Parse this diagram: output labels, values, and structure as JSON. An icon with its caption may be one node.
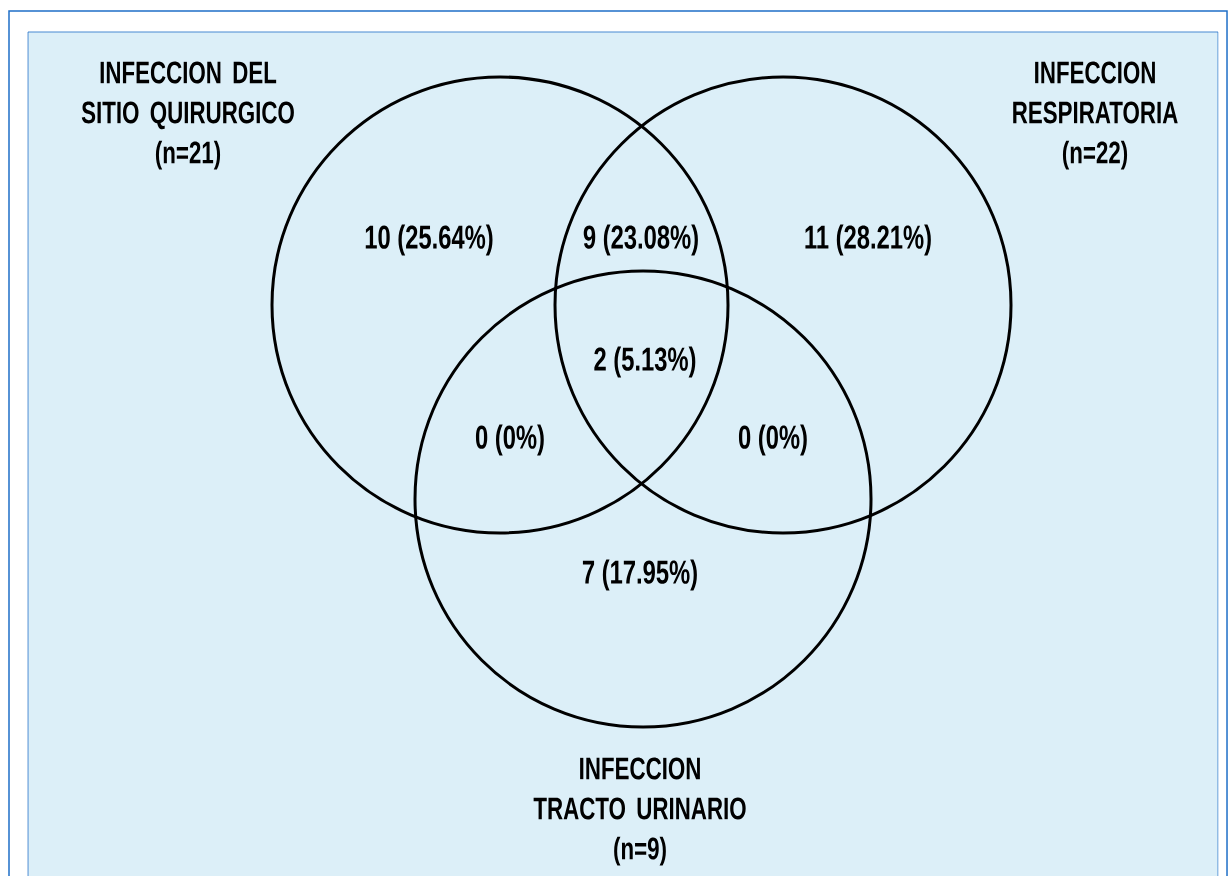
{
  "diagram": {
    "nodes": [
      {
        "text": [
          "INFECCION DEL SITIO QUIRURGICO",
          "(n=21)"
        ]
      },
      {
        "text": [
          "INFECCION RESPIRATORIA",
          "(n=22)"
        ]
      },
      {
        "text": [
          "INFECCION TRACTO URINARIO",
          "(n=9)"
        ]
      }
    ],
    "labels": [
      "10 (25.64%)",
      "9 (23.08%)",
      "11 (28.21%)",
      "2 (5.13%)",
      "0 (0%)",
      "0 (0%)",
      "7 (17.95%)"
    ]
  }
}
